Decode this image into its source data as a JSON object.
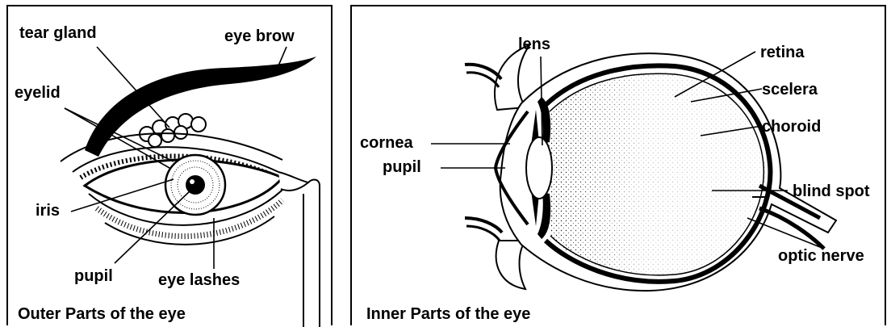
{
  "outer": {
    "caption": "Outer Parts of the eye",
    "labels": {
      "tear_gland": "tear gland",
      "eye_brow": "eye brow",
      "eyelid": "eyelid",
      "iris": "iris",
      "pupil": "pupil",
      "eye_lashes": "eye lashes"
    }
  },
  "inner": {
    "caption": "Inner Parts of the eye",
    "labels": {
      "lens": "lens",
      "retina": "retina",
      "scelera": "scelera",
      "choroid": "choroid",
      "cornea": "cornea",
      "pupil": "pupil",
      "blind_spot": "blind spot",
      "optic_nerve": "optic nerve"
    }
  },
  "colors": {
    "ink": "#000000",
    "paper": "#ffffff"
  }
}
